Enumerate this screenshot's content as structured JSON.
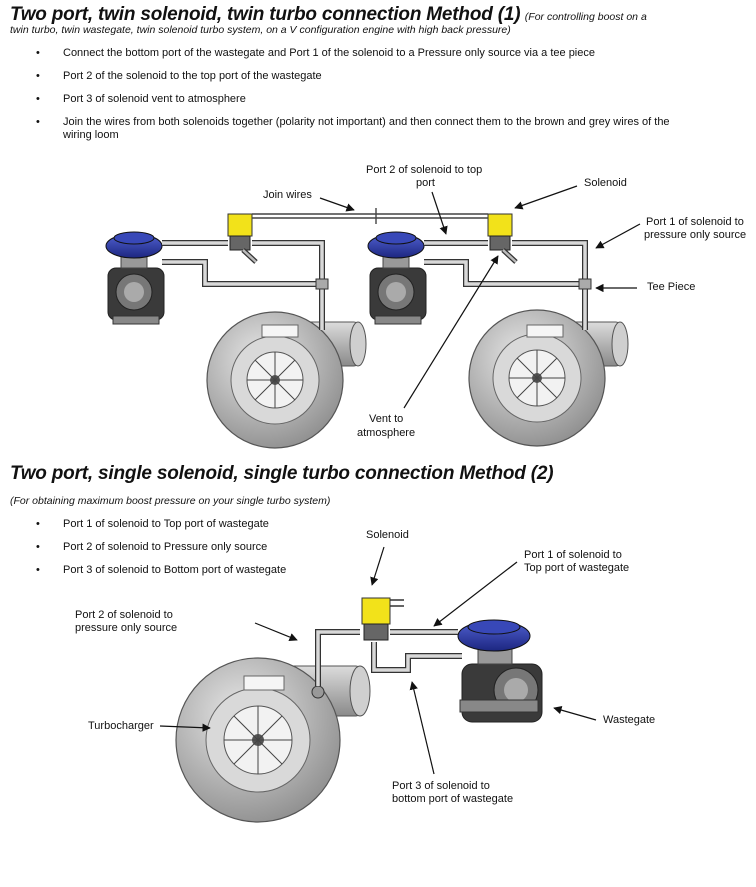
{
  "section1": {
    "title": "Two port, twin solenoid, twin turbo connection Method (1)",
    "subtitle_a": "(For controlling boost on a",
    "subtitle_b": "twin turbo, twin wastegate, twin solenoid turbo system, on a V configuration engine with high back pressure)",
    "bullets": [
      "Connect the bottom port of the wastegate and Port 1 of the solenoid to a Pressure only source via a tee piece",
      "Port 2 of the solenoid to the top port of the wastegate",
      "Port 3 of solenoid vent to atmosphere",
      "Join the wires from both solenoids together (polarity not important) and then connect them to the brown and grey wires of the",
      "wiring loom"
    ],
    "labels": {
      "join_wires": "Join wires",
      "port2_a": "Port 2 of solenoid to top",
      "port2_b": "port",
      "solenoid": "Solenoid",
      "port1_a": "Port 1 of solenoid to",
      "port1_b": "pressure only source",
      "tee": "Tee Piece",
      "vent_a": "Vent to",
      "vent_b": "atmosphere"
    }
  },
  "section2": {
    "title": "Two port, single solenoid, single turbo connection Method (2)",
    "subtitle": "(For obtaining maximum boost pressure on your single turbo system)",
    "bullets": [
      "Port 1 of solenoid to Top port of wastegate",
      "Port 2 of solenoid to Pressure only source",
      "Port 3 of solenoid to Bottom port of wastegate"
    ],
    "labels": {
      "solenoid": "Solenoid",
      "port1_a": "Port 1 of solenoid to",
      "port1_b": "Top port of wastegate",
      "port2_a": "Port 2 of solenoid to",
      "port2_b": "pressure only source",
      "turbo": "Turbocharger",
      "wastegate": "Wastegate",
      "port3_a": "Port 3 of solenoid to",
      "port3_b": "bottom port of wastegate"
    }
  },
  "colors": {
    "wastegate_blue": "#2e3fa8",
    "solenoid_yellow": "#f2e21a",
    "metal": "#b4b4b4",
    "dark_metal": "#444444"
  }
}
